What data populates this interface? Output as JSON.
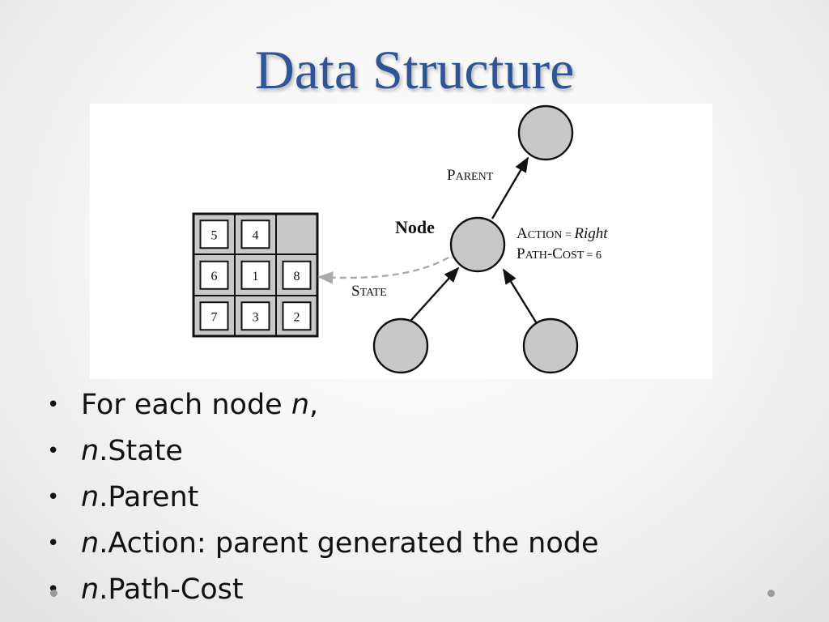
{
  "slide": {
    "title": "Data Structure",
    "bullet_symbol": "•",
    "bullets": [
      {
        "var": "n",
        "prefix": "For each node ",
        "suffix": ","
      },
      {
        "var": "n",
        "text": ".State"
      },
      {
        "var": "n",
        "text": ".Parent"
      },
      {
        "var": "n",
        "text": ".Action: parent generated the node"
      },
      {
        "var": "n",
        "text": ".Path-Cost"
      }
    ]
  },
  "diagram": {
    "labels": {
      "parent_P": "P",
      "parent_rest": "ARENT",
      "node": "Node",
      "action_A": "A",
      "action_rest": "CTION = ",
      "action_value": "Right",
      "path_P": "P",
      "path_ath": "ATH",
      "path_C": "C",
      "path_ost": "OST = 6",
      "state_S": "S",
      "state_rest": "TATE"
    },
    "puzzle": {
      "tiles": [
        "5",
        "4",
        "",
        "6",
        "1",
        "8",
        "7",
        "3",
        "2"
      ]
    },
    "colors": {
      "node_fill": "#c8c8c8",
      "tile_fill": "#ffffff",
      "blank_fill": "#c8c8c8",
      "arrow": "#111111",
      "state_arrow": "#aaaaaa"
    }
  }
}
